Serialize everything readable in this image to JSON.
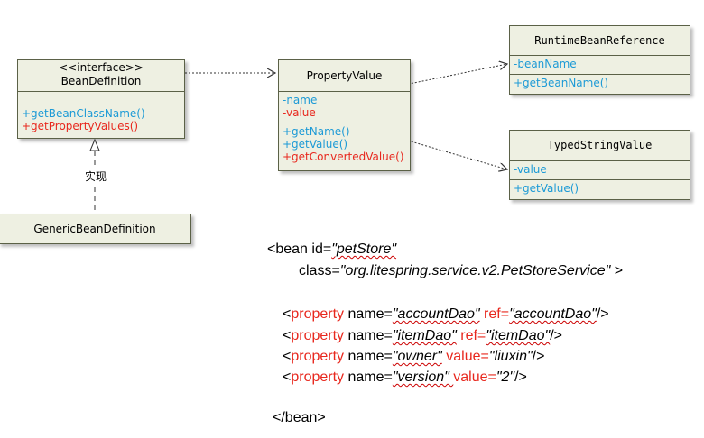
{
  "bean_definition": {
    "stereotype": "<<interface>>",
    "name": "BeanDefinition",
    "methods": [
      "+getBeanClassName()",
      "+getPropertyValues()"
    ]
  },
  "property_value": {
    "name": "PropertyValue",
    "attributes": [
      "-name",
      "-value"
    ],
    "methods": [
      "+getName()",
      "+getValue()",
      "+getConvertedValue()"
    ]
  },
  "runtime_bean_reference": {
    "name": "RuntimeBeanReference",
    "attributes": [
      "-beanName"
    ],
    "methods": [
      "+getBeanName()"
    ]
  },
  "typed_string_value": {
    "name": "TypedStringValue",
    "attributes": [
      "-value"
    ],
    "methods": [
      "+getValue()"
    ]
  },
  "generic_bean_definition": {
    "name": "GenericBeanDefinition"
  },
  "realize_label": "实现",
  "xml": {
    "bean_open": "<bean id=",
    "bean_id": "\"petStore\"",
    "class_attr": "class=",
    "class_value": "\"org.litespring.service.v2.PetStoreService\"",
    "class_close": " >",
    "tag_open": "<",
    "property_kw": "property",
    "name_attr": " name=",
    "ref_attr": " ref=",
    "value_attr": " value=",
    "tag_close": "/>",
    "rows": [
      {
        "name": "\"accountDao\"",
        "kind": "ref",
        "val": "\"accountDao\""
      },
      {
        "name": "\"itemDao\"",
        "kind": "ref",
        "val": "\"itemDao\""
      },
      {
        "name": "\"owner\"",
        "kind": "value",
        "val": "\"liuxin\""
      },
      {
        "name": "\"version\" ",
        "kind": "value",
        "val": "\"2\""
      }
    ],
    "bean_close": "</bean>"
  }
}
